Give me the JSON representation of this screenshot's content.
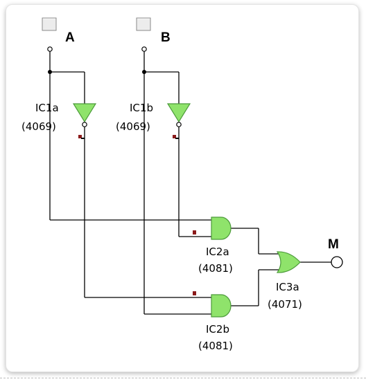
{
  "inputs": [
    {
      "id": "A",
      "label": "A"
    },
    {
      "id": "B",
      "label": "B"
    }
  ],
  "output": {
    "label": "M"
  },
  "gates": [
    {
      "id": "IC1a",
      "name": "IC1a",
      "part": "(4069)",
      "type": "NOT"
    },
    {
      "id": "IC1b",
      "name": "IC1b",
      "part": "(4069)",
      "type": "NOT"
    },
    {
      "id": "IC2a",
      "name": "IC2a",
      "part": "(4081)",
      "type": "AND"
    },
    {
      "id": "IC2b",
      "name": "IC2b",
      "part": "(4081)",
      "type": "AND"
    },
    {
      "id": "IC3a",
      "name": "IC3a",
      "part": "(4071)",
      "type": "OR"
    }
  ],
  "colors": {
    "gate_fill": "#8fe36b",
    "gate_stroke": "#4c9a3a",
    "probe": "#8b1a1a",
    "wire": "#000000"
  }
}
